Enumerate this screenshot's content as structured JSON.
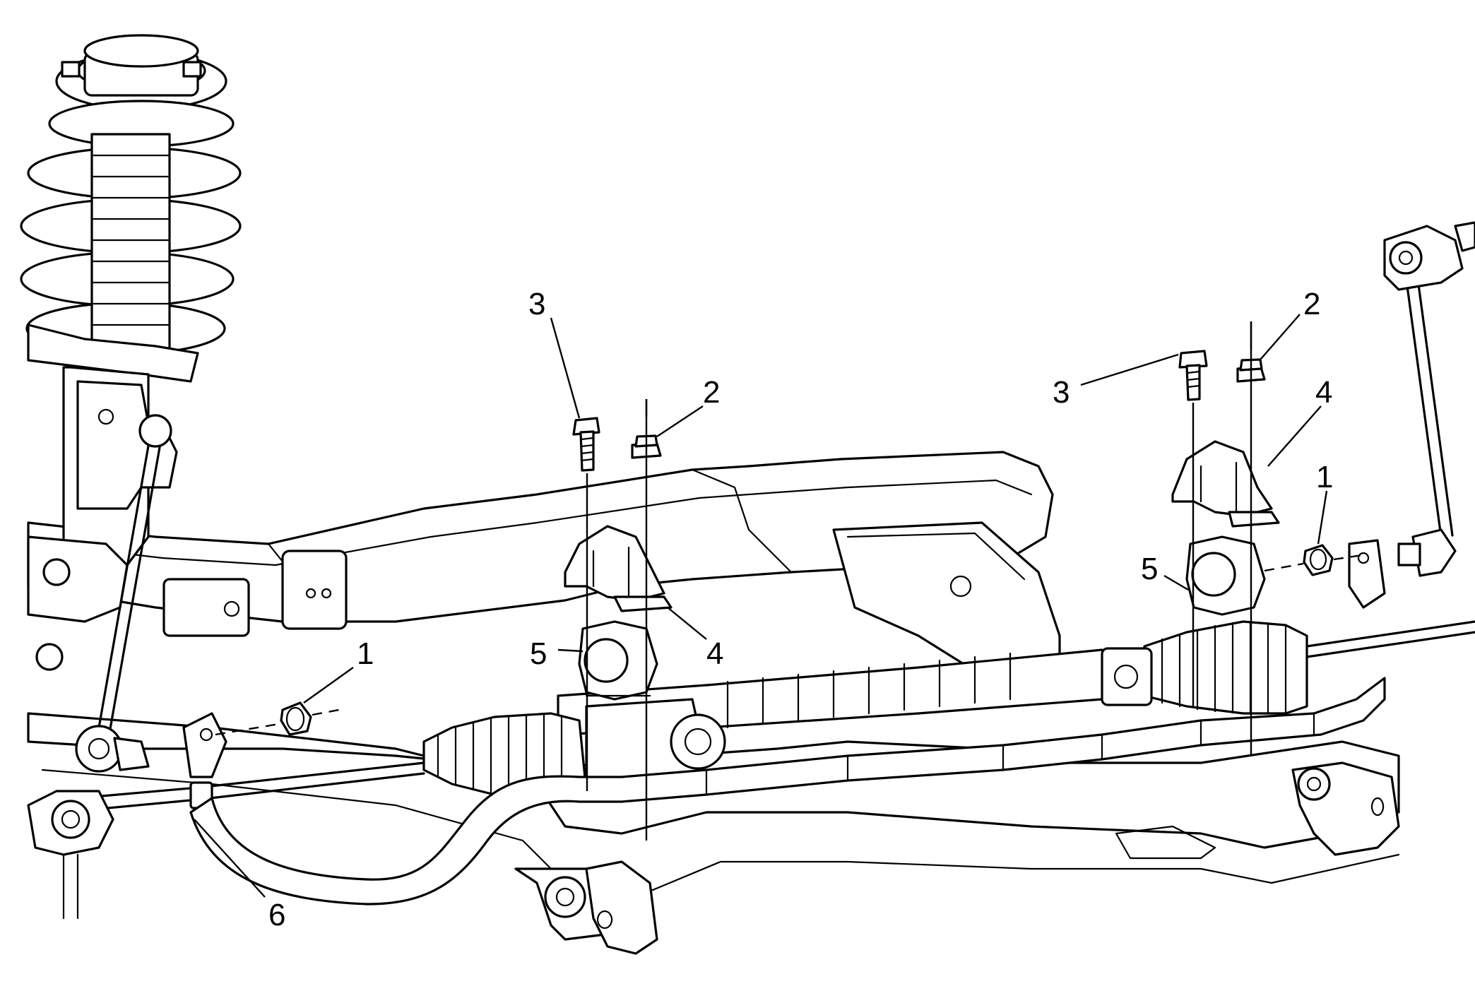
{
  "callouts": {
    "c1_left": "1",
    "c1_right": "1",
    "c2_left": "2",
    "c2_right": "2",
    "c3_left": "3",
    "c3_right": "3",
    "c4_left": "4",
    "c4_right": "4",
    "c5_left": "5",
    "c5_right": "5",
    "c6": "6"
  }
}
